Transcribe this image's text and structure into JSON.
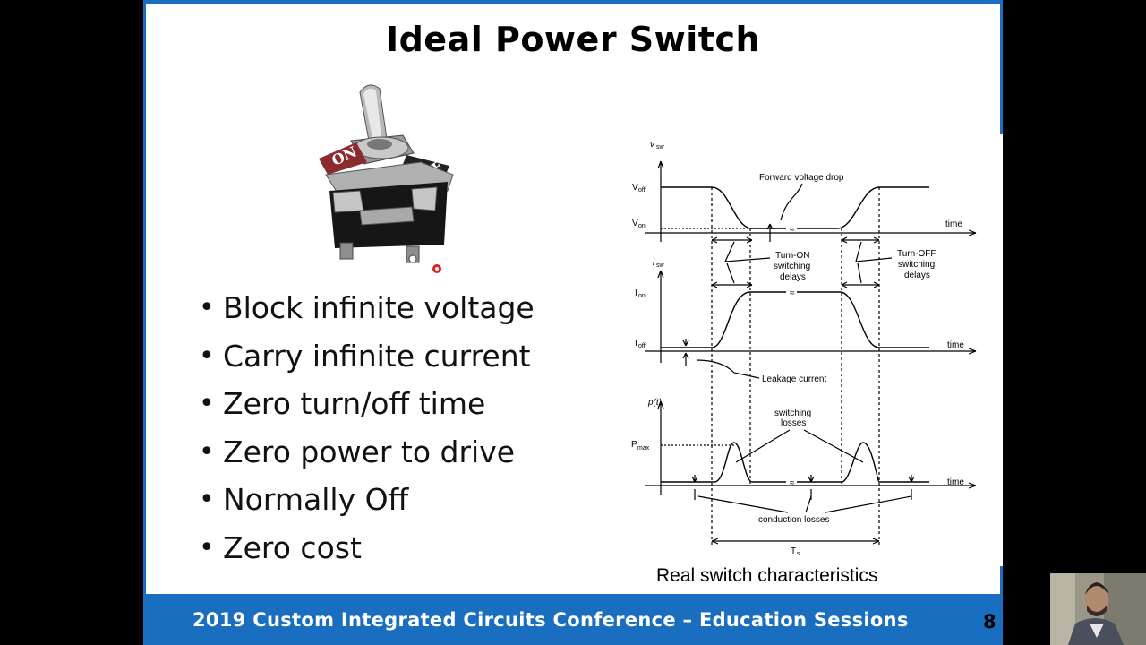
{
  "slide": {
    "title": "Ideal Power Switch",
    "bullets": [
      "Block infinite voltage",
      "Carry infinite current",
      "Zero turn/off time",
      "Zero power to drive",
      "Normally Off",
      "Zero cost"
    ],
    "bullet_char": "•",
    "switch_labels": {
      "on": "ON",
      "off": "OFF"
    },
    "diagram_caption": "Real switch characteristics",
    "footer": "2019 Custom Integrated Circuits Conference – Education Sessions",
    "page_number": "8"
  },
  "diagram": {
    "vsw_label": "v",
    "vsw_sub": "sw",
    "voff_label": "V",
    "voff_sub": "off",
    "von_label": "V",
    "von_sub": "on",
    "isw_label": "i",
    "isw_sub": "sw",
    "ion_label": "I",
    "ion_sub": "on",
    "ioff_label": "I",
    "ioff_sub": "off",
    "pt_label": "p(t)",
    "pmax_label": "P",
    "pmax_sub": "max",
    "time_label": "time",
    "forward_drop": "Forward voltage drop",
    "turn_on_1": "Turn-ON",
    "turn_on_2": "switching",
    "turn_on_3": "delays",
    "turn_off_1": "Turn-OFF",
    "turn_off_2": "switching",
    "turn_off_3": "delays",
    "leakage": "Leakage current",
    "sw_losses_1": "switching",
    "sw_losses_2": "losses",
    "cond_losses": "conduction losses",
    "ts_label": "T",
    "ts_sub": "s"
  },
  "colors": {
    "footer_blue": "#1a6ec0",
    "cursor_red": "#e0201e"
  }
}
